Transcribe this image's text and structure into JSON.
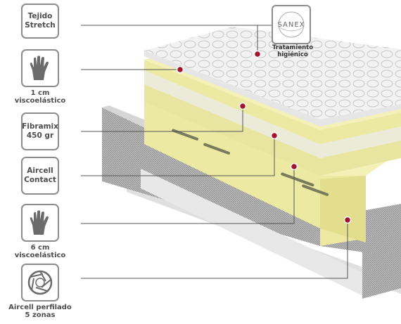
{
  "callouts": [
    {
      "label": "Tejido\nStretch",
      "caption": ""
    },
    {
      "label": "",
      "caption": "1 cm\nviscoelástico",
      "icon": "hand-icon"
    },
    {
      "label": "Fibramix\n450 gr",
      "caption": ""
    },
    {
      "label": "Aircell\nContact",
      "caption": ""
    },
    {
      "label": "",
      "caption": "6 cm\nviscoelástico",
      "icon": "hand-icon"
    },
    {
      "label": "",
      "caption": "Aircell perfilado\n5 zonas",
      "icon": "aperture-icon"
    }
  ],
  "certification": {
    "logo": "SANEX",
    "caption": "Tratamiento\nhigiénico"
  },
  "colors": {
    "marker": "#a3152e",
    "line": "#555555",
    "foam": "#ece9a2",
    "foam_dark": "#d9d48a",
    "cover": "#f1f1f1",
    "gray_layer": "#e4e6df"
  }
}
